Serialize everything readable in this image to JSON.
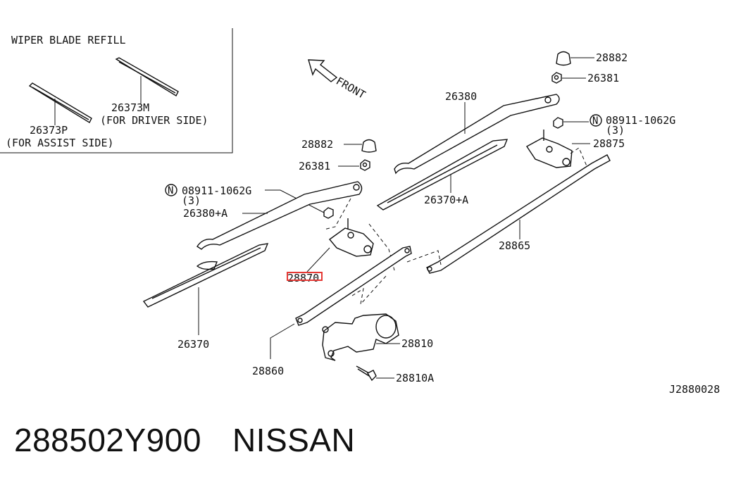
{
  "inset": {
    "title": "WIPER BLADE REFILL",
    "refill_driver": {
      "part": "26373M",
      "note": "(FOR DRIVER SIDE)"
    },
    "refill_assist": {
      "part": "26373P",
      "note": "(FOR ASSIST SIDE)"
    }
  },
  "front_label": "FRONT",
  "callouts": {
    "cap_right": "28882",
    "nut_right": "26381",
    "arm_right": "26380",
    "nut_n_right": "08911-1062G",
    "nut_n_right_qty": "(3)",
    "pivot_right": "28875",
    "blade_right": "26370+A",
    "link_long": "28865",
    "cap_left": "28882",
    "nut_left": "26381",
    "nut_n_left": "08911-1062G",
    "nut_n_left_qty": "(3)",
    "arm_left": "26380+A",
    "pivot_left": "28870",
    "blade_left": "26370",
    "motor": "28810",
    "link_short": "28860",
    "bolt": "28810A"
  },
  "n_marker": "N",
  "diagram_id": "J2880028",
  "footer": {
    "part_number": "288502Y900",
    "brand": "NISSAN"
  },
  "colors": {
    "highlight": "#e53935",
    "ink": "#111111"
  }
}
